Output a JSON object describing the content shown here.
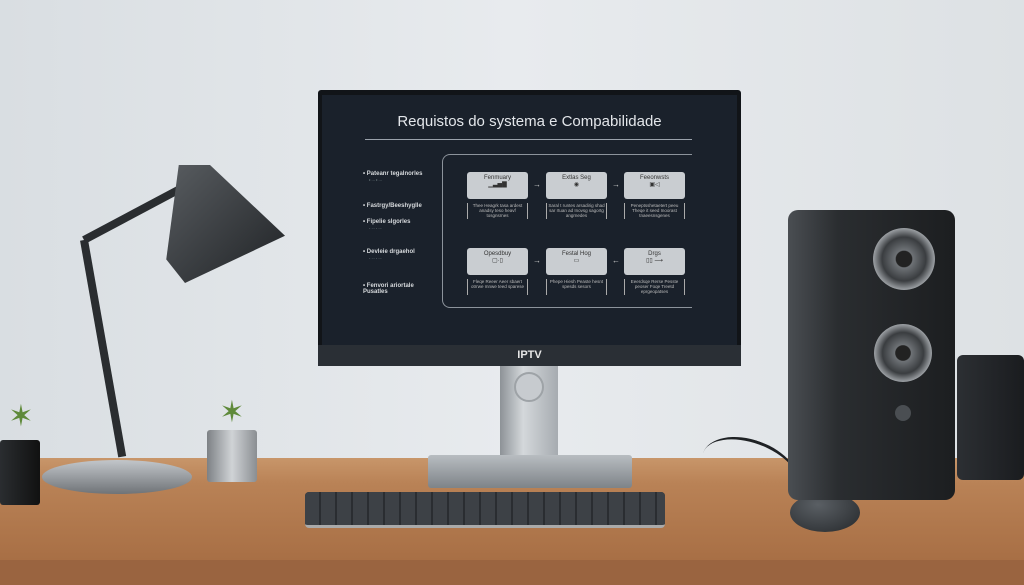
{
  "screen": {
    "title": "Requistos do systema e Compabilidade",
    "brand": "IPTV",
    "bullets": [
      {
        "label": "Pateanr tegalnorles",
        "sub": "• ...  • ..."
      },
      {
        "label": "Fastrgy/Beeshyglle",
        "sub": ""
      },
      {
        "label": "Fipelie slgorles",
        "sub": "- ...  - ..."
      },
      {
        "label": "Devleie drgaehol",
        "sub": "- ...  - ..."
      },
      {
        "label": "Fenvori ariortale Pusatles",
        "sub": ""
      }
    ],
    "cards": [
      {
        "label": "Fenmuary",
        "icon": "bar-chart-icon",
        "text": "Thee Heagrk tasa ardest anadsy teso heavf tosgnsrnes"
      },
      {
        "label": "Extlas Seg",
        "icon": "disc-icon",
        "text": "Saral t runtes arsadirig shad sar rtuan ad Inovsg sagortg angrnedes"
      },
      {
        "label": "Feeonwsts",
        "icon": "media-icon",
        "text": "Peneptsshetaetert peeu Theqe it seed Inoorast tnaeesnsgenes"
      },
      {
        "label": "Opesdbuy",
        "icon": "devices-icon",
        "text": "Fleqe Reeer Aeer sbaert otrrwe mnwe teed sparese"
      },
      {
        "label": "Festal Hog",
        "icon": "laptop-icon",
        "text": "Phepe Hiesh Peaste hesnt spesds sesors"
      },
      {
        "label": "Drgs",
        "icon": "network-icon",
        "text": "Eeerdsqe Rerse Pesste peoser Foqe Treetd eprgeopatses"
      }
    ]
  },
  "colors": {
    "screen": "#1a212b",
    "wall": "#e3e7ea",
    "desk": "#b98256"
  }
}
